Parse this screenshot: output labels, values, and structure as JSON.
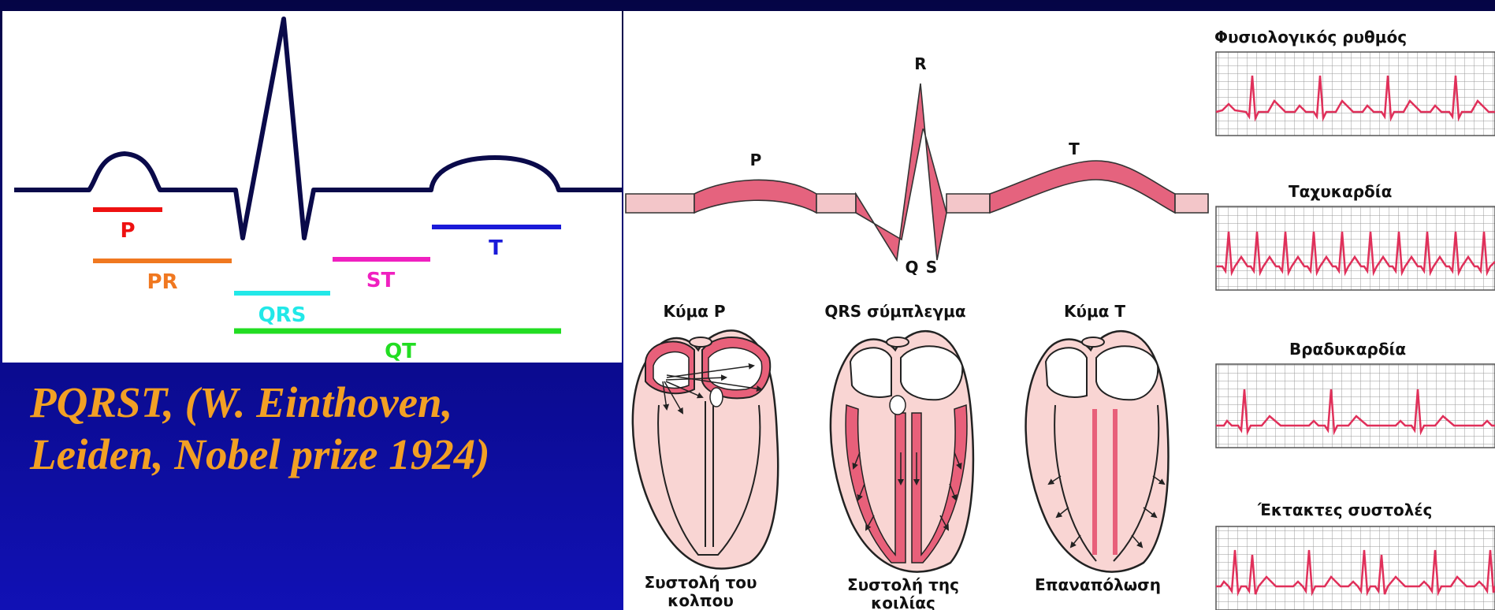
{
  "ecg_intervals": {
    "labels": {
      "p": "P",
      "pr": "PR",
      "qrs": "QRS",
      "st": "ST",
      "t": "T",
      "qt": "QT"
    },
    "colors": {
      "p": "#ee1111",
      "pr": "#f07820",
      "qrs": "#22e8e8",
      "st": "#f020c0",
      "t": "#1a1ad8",
      "qt": "#22dd22"
    }
  },
  "caption": {
    "line1": "PQRST, (W. Einthoven,",
    "line2": "Leiden, Nobel prize 1924)",
    "color": "#f2a024"
  },
  "ecg_waveform": {
    "p": "P",
    "q": "Q",
    "r": "R",
    "s": "S",
    "t": "T"
  },
  "heart_phases": [
    {
      "title": "Κύμα P",
      "caption_line1": "Συστολή του",
      "caption_line2": "κολπου"
    },
    {
      "title": "QRS σύμπλεγμα",
      "caption_line1": "Συστολή της",
      "caption_line2": "κοιλίας"
    },
    {
      "title": "Κύμα T",
      "caption_line1": "Επαναπόλωση",
      "caption_line2": ""
    }
  ],
  "rhythms": [
    {
      "label": "Φυσιολογικός ρυθμός"
    },
    {
      "label": "Ταχυκαρδία"
    },
    {
      "label": "Βραδυκαρδία"
    },
    {
      "label": "Έκτακτες συστολές"
    }
  ],
  "colors": {
    "strip_line": "#e0305a",
    "heart_fill": "#f9d5d3",
    "heart_muscle": "#e8607a"
  }
}
